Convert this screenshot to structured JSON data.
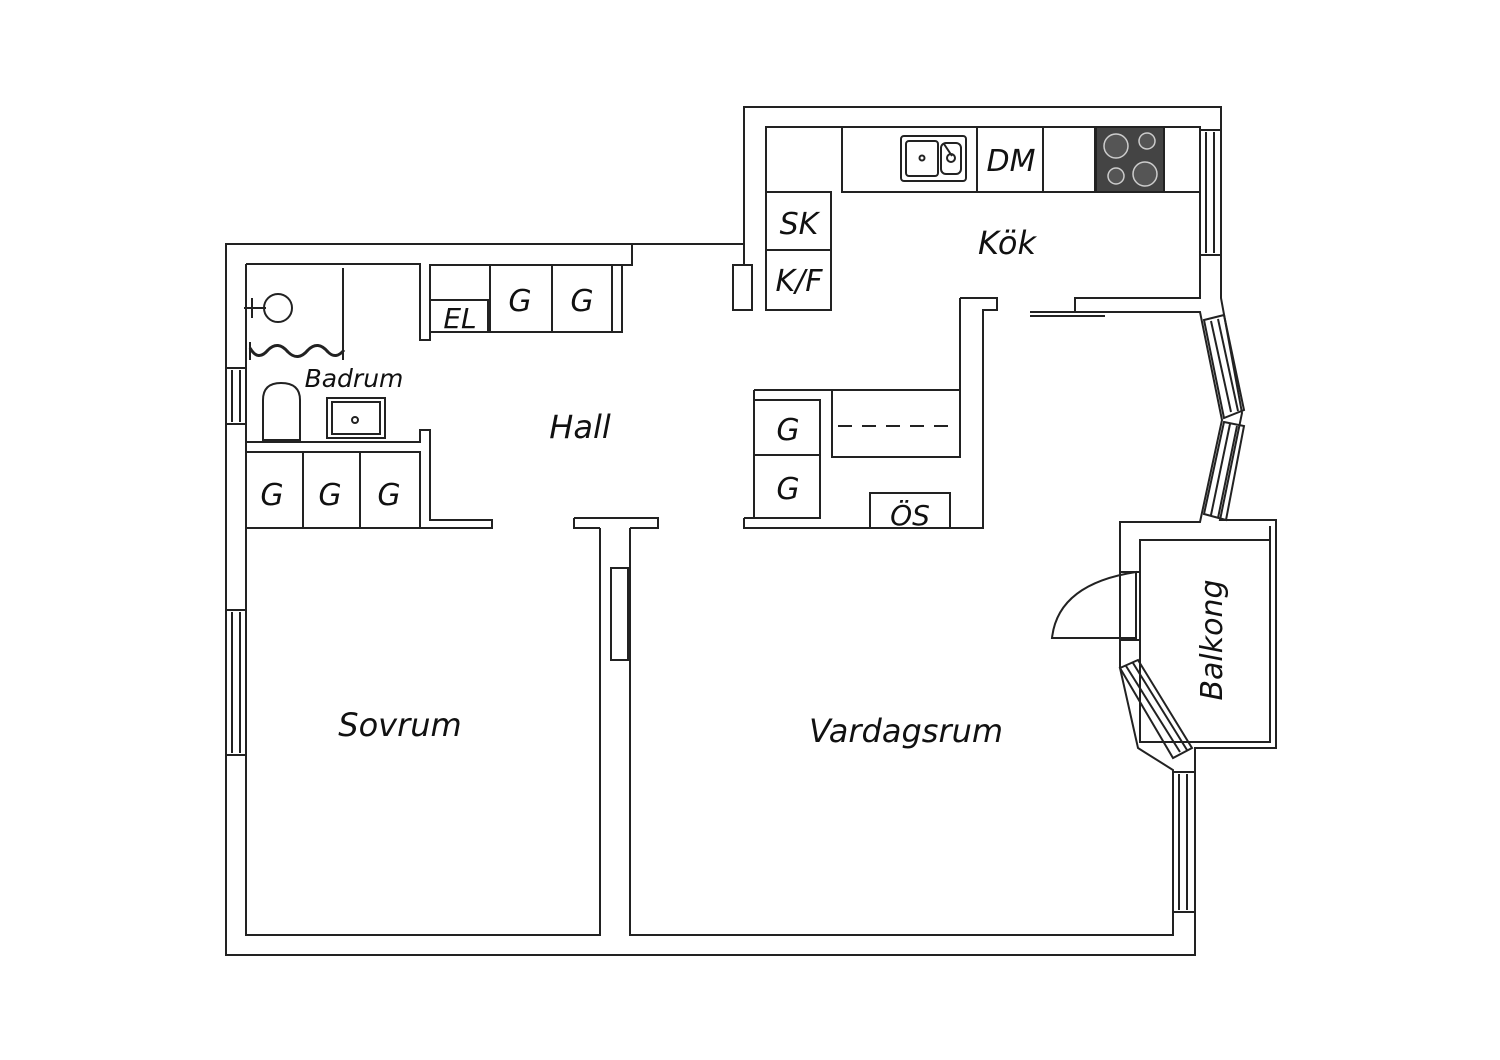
{
  "rooms": {
    "bedroom": "Sovrum",
    "living": "Vardagsrum",
    "hall": "Hall",
    "kitchen": "Kök",
    "bathroom": "Badrum",
    "balcony": "Balkong"
  },
  "units": {
    "dishwasher": "DM",
    "cabinet": "SK",
    "fridge": "K/F",
    "electric": "EL",
    "wardrobe": "G",
    "overhead": "ÖS"
  },
  "colors": {
    "line": "#222222",
    "fill": "#ffffff",
    "stove": "#444444"
  }
}
